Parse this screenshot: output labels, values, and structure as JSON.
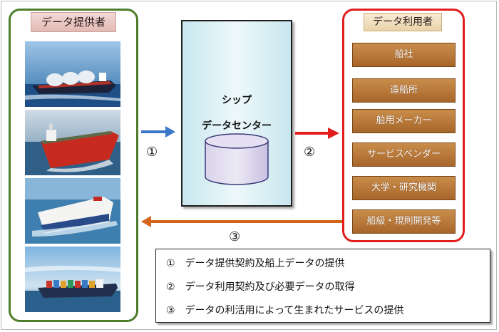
{
  "provider": {
    "title": "データ提供者",
    "photos": [
      "lng-carrier-photo",
      "tanker-photo",
      "car-carrier-photo",
      "container-ship-photo"
    ]
  },
  "center": {
    "line1": "シップ",
    "line2": "データセンター"
  },
  "users": {
    "title": "データ利用者",
    "items": [
      "船社",
      "造船所",
      "舶用メーカー",
      "サービスベンダー",
      "大学・研究機関",
      "船級・規則開発等"
    ]
  },
  "flows": {
    "step1": "①",
    "step2": "②",
    "step3": "③"
  },
  "legend": {
    "items": [
      "①　データ提供契約及船上データの提供",
      "②　データ利用契約及び必要データの取得",
      "③　データの利活用によって生まれたサービスの提供"
    ]
  },
  "colors": {
    "provider_border": "#4e7d2b",
    "user_border": "#e11d1d",
    "arrow1": "#3b78c9",
    "arrow2": "#e11d1d",
    "arrow3": "#d2661c",
    "user_item": "#b8763a"
  }
}
